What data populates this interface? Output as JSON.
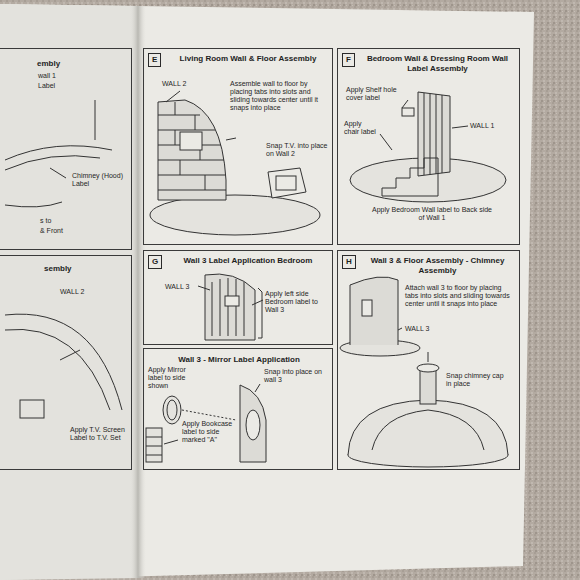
{
  "diagram": {
    "nodes": [
      {
        "text": [
          "embly"
        ]
      },
      {
        "text": [
          "sembly"
        ]
      },
      {
        "text": [
          "Living Room Wall & Floor Assembly"
        ]
      },
      {
        "text": [
          "E"
        ],
        "in": 2
      },
      {
        "text": [
          "Bedroom Wall & Dressing Room Wall Label Assembly"
        ]
      },
      {
        "text": [
          "F"
        ],
        "in": 4
      },
      {
        "text": [
          "Wall 3 Label Application Bedroom"
        ]
      },
      {
        "text": [
          "G"
        ],
        "in": 6
      },
      {
        "text": [
          "Wall 3 - Mirror Label Application"
        ]
      },
      {
        "text": [
          "Wall 3 & Floor Assembly - Chimney Assembly"
        ]
      },
      {
        "text": [
          "H"
        ],
        "in": 9
      }
    ],
    "labels": [
      "wall 1",
      "Label",
      "Chimney (Hood) Label",
      "s to",
      "& Front",
      "WALL 2",
      "Apply T.V. Screen Label to T.V. Set",
      "WALL 2",
      "Assemble wall to floor by placing tabs into slots and sliding towards center until it snaps into place",
      "Snap T.V. into place on Wall 2",
      "Apply Shelf hole cover label",
      "Apply chair label",
      "WALL 1",
      "Apply Bedroom Wall label to Back side of Wall 1",
      "WALL 3",
      "Apply left side Bedroom label to Wall 3",
      "Apply Mirror label to side shown",
      "Snap into place on wall 3",
      "Apply Bookcase label to side marked \"A\"",
      "Attach wall 3 to floor by placing tabs into slots and sliding towards center until it snaps into place",
      "WALL 3",
      "Snap chimney cap in place"
    ]
  }
}
